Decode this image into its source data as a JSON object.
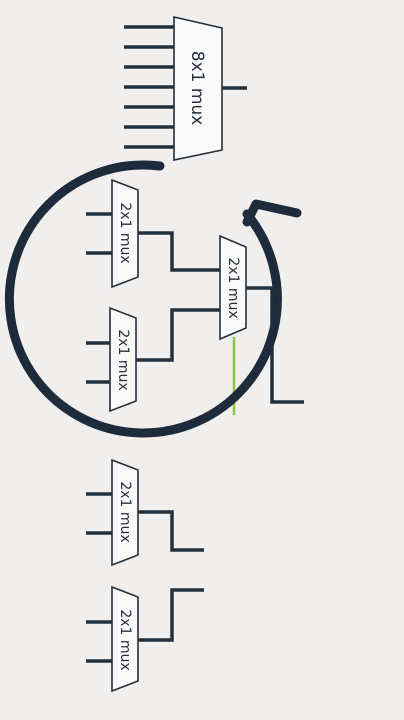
{
  "diagram": {
    "big_mux": {
      "label": "8x1 mux"
    },
    "small_muxes": [
      {
        "label": "2x1 mux"
      },
      {
        "label": "2x1 mux"
      },
      {
        "label": "2x1 mux"
      },
      {
        "label": "2x1 mux"
      },
      {
        "label": "2x1 mux"
      }
    ],
    "colors": {
      "wire": "#22303e",
      "arrow": "#1e2b3a",
      "highlight": "#8cc63f",
      "background": "#f1eeee"
    }
  }
}
